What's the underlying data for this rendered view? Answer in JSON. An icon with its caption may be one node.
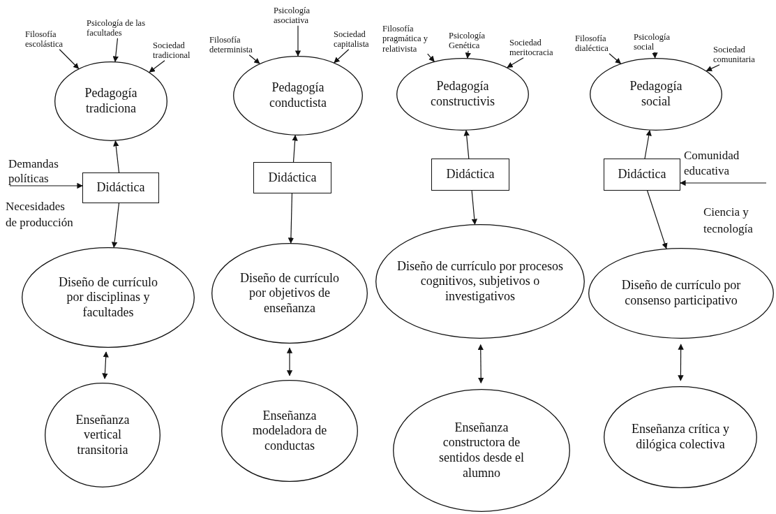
{
  "diagram": {
    "nodes": [
      {
        "text": [
          "Filosofía escolástica"
        ]
      },
      {
        "text": [
          "Psicología de las facultades"
        ]
      },
      {
        "text": [
          "Sociedad tradicional"
        ]
      },
      {
        "text": [
          "Pedagogía tradiciona"
        ]
      },
      {
        "text": [
          "Didáctica"
        ]
      },
      {
        "text": [
          "Diseño de currículo por disciplinas y facultades"
        ]
      },
      {
        "text": [
          "Enseñanza vertical transitoria"
        ]
      },
      {
        "text": [
          "Filosofía determinista"
        ]
      },
      {
        "text": [
          "Psicología asociativa"
        ]
      },
      {
        "text": [
          "Sociedad capitalista"
        ]
      },
      {
        "text": [
          "Pedagogía conductista"
        ]
      },
      {
        "text": [
          "Didáctica"
        ]
      },
      {
        "text": [
          "Diseño de currículo por objetivos de enseñanza"
        ]
      },
      {
        "text": [
          "Enseñanza modeladora de conductas"
        ]
      },
      {
        "text": [
          "Filosofía pragmática y relativista"
        ]
      },
      {
        "text": [
          "Psicología Genética"
        ]
      },
      {
        "text": [
          "Sociedad meritocracia"
        ]
      },
      {
        "text": [
          "Pedagogía constructivis"
        ]
      },
      {
        "text": [
          "Didáctica"
        ]
      },
      {
        "text": [
          "Diseño de currículo por procesos cognitivos, subjetivos o investigativos"
        ]
      },
      {
        "text": [
          "Enseñanza constructora de sentidos desde el alumno"
        ]
      },
      {
        "text": [
          "Filosofía dialéctica"
        ]
      },
      {
        "text": [
          "Psicología social"
        ]
      },
      {
        "text": [
          "Sociedad comunitaria"
        ]
      },
      {
        "text": [
          "Pedagogía social"
        ]
      },
      {
        "text": [
          "Didáctica"
        ]
      },
      {
        "text": [
          "Diseño de currículo por consenso participativo"
        ]
      },
      {
        "text": [
          "Enseñanza crítica y dilógica colectiva"
        ]
      },
      {
        "text": [
          "Demandas políticas"
        ]
      }
    ],
    "edges": [
      {
        "from": 0,
        "to": 3,
        "arrow": "to"
      },
      {
        "from": 1,
        "to": 3,
        "arrow": "to"
      },
      {
        "from": 2,
        "to": 3,
        "arrow": "to"
      },
      {
        "from": 4,
        "to": 3,
        "arrow": "to"
      },
      {
        "from": 4,
        "to": 5,
        "arrow": "to"
      },
      {
        "from": 5,
        "to": 6,
        "arrow": "both"
      },
      {
        "from": 7,
        "to": 10,
        "arrow": "to"
      },
      {
        "from": 8,
        "to": 10,
        "arrow": "to"
      },
      {
        "from": 9,
        "to": 10,
        "arrow": "to"
      },
      {
        "from": 11,
        "to": 10,
        "arrow": "to"
      },
      {
        "from": 11,
        "to": 12,
        "arrow": "to"
      },
      {
        "from": 12,
        "to": 13,
        "arrow": "both"
      },
      {
        "from": 14,
        "to": 17,
        "arrow": "to"
      },
      {
        "from": 15,
        "to": 17,
        "arrow": "to"
      },
      {
        "from": 16,
        "to": 17,
        "arrow": "to"
      },
      {
        "from": 18,
        "to": 17,
        "arrow": "to"
      },
      {
        "from": 18,
        "to": 19,
        "arrow": "to"
      },
      {
        "from": 19,
        "to": 20,
        "arrow": "both"
      },
      {
        "from": 21,
        "to": 24,
        "arrow": "to"
      },
      {
        "from": 22,
        "to": 24,
        "arrow": "to"
      },
      {
        "from": 23,
        "to": 24,
        "arrow": "to"
      },
      {
        "from": 25,
        "to": 24,
        "arrow": "to"
      },
      {
        "from": 25,
        "to": 26,
        "arrow": "to"
      },
      {
        "from": 26,
        "to": 27,
        "arrow": "both"
      },
      {
        "from": 28,
        "to": 4,
        "arrow": "to"
      },
      {
        "from": null,
        "to": 25,
        "arrow": "to"
      }
    ],
    "labels": [
      "Necesidades de producción",
      "Comunidad educativa",
      "Ciencia y tecnología"
    ]
  }
}
